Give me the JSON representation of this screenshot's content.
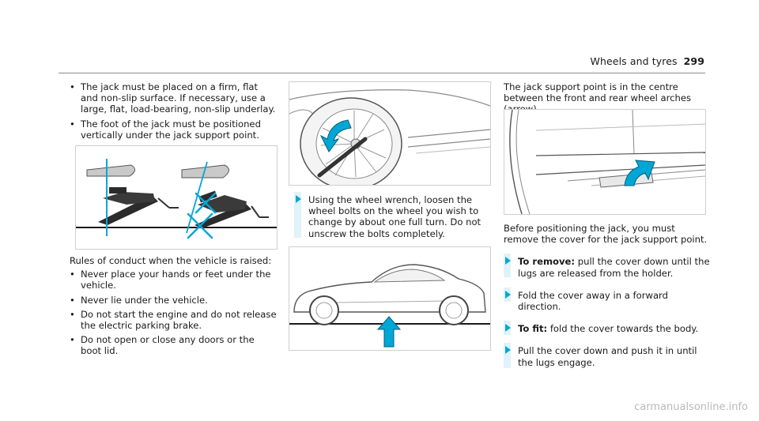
{
  "header": {
    "section": "Wheels and tyres",
    "page": "299"
  },
  "col1": {
    "bullets": [
      "The jack must be placed on a firm, flat and non-slip surface. If necessary, use a large, flat, load-bearing, non-slip underlay.",
      "The foot of the jack must be positioned verti­cally under the jack support point."
    ],
    "rules_heading": "Rules of conduct when the vehicle is raised:",
    "rules": [
      "Never place your hands or feet under the vehicle.",
      "Never lie under the vehicle.",
      "Do not start the engine and do not release the electric parking brake.",
      "Do not open or close any doors or the boot lid."
    ]
  },
  "col2": {
    "step": "Using the wheel wrench, loosen the wheel bolts on the wheel you wish to change by about one full turn. Do not unscrew the bolts completely."
  },
  "col3": {
    "intro": "The jack support point is in the centre between the front and rear wheel arches (arrow).",
    "before": "Before positioning the jack, you must remove the cover for the jack support point.",
    "steps": [
      {
        "label": "To remove:",
        "text": " pull the cover down until the lugs are released from the holder."
      },
      {
        "label": "",
        "text": "Fold the cover away in a forward direction."
      },
      {
        "label": "To fit:",
        "text": " fold the cover towards the body."
      },
      {
        "label": "",
        "text": "Pull the cover down and push it in until the lugs engage."
      }
    ]
  },
  "colors": {
    "accent": "#00a7d6",
    "ink": "#1a1a1a",
    "rule": "#8a8a8a"
  },
  "footer": "carmanualsonline.info"
}
